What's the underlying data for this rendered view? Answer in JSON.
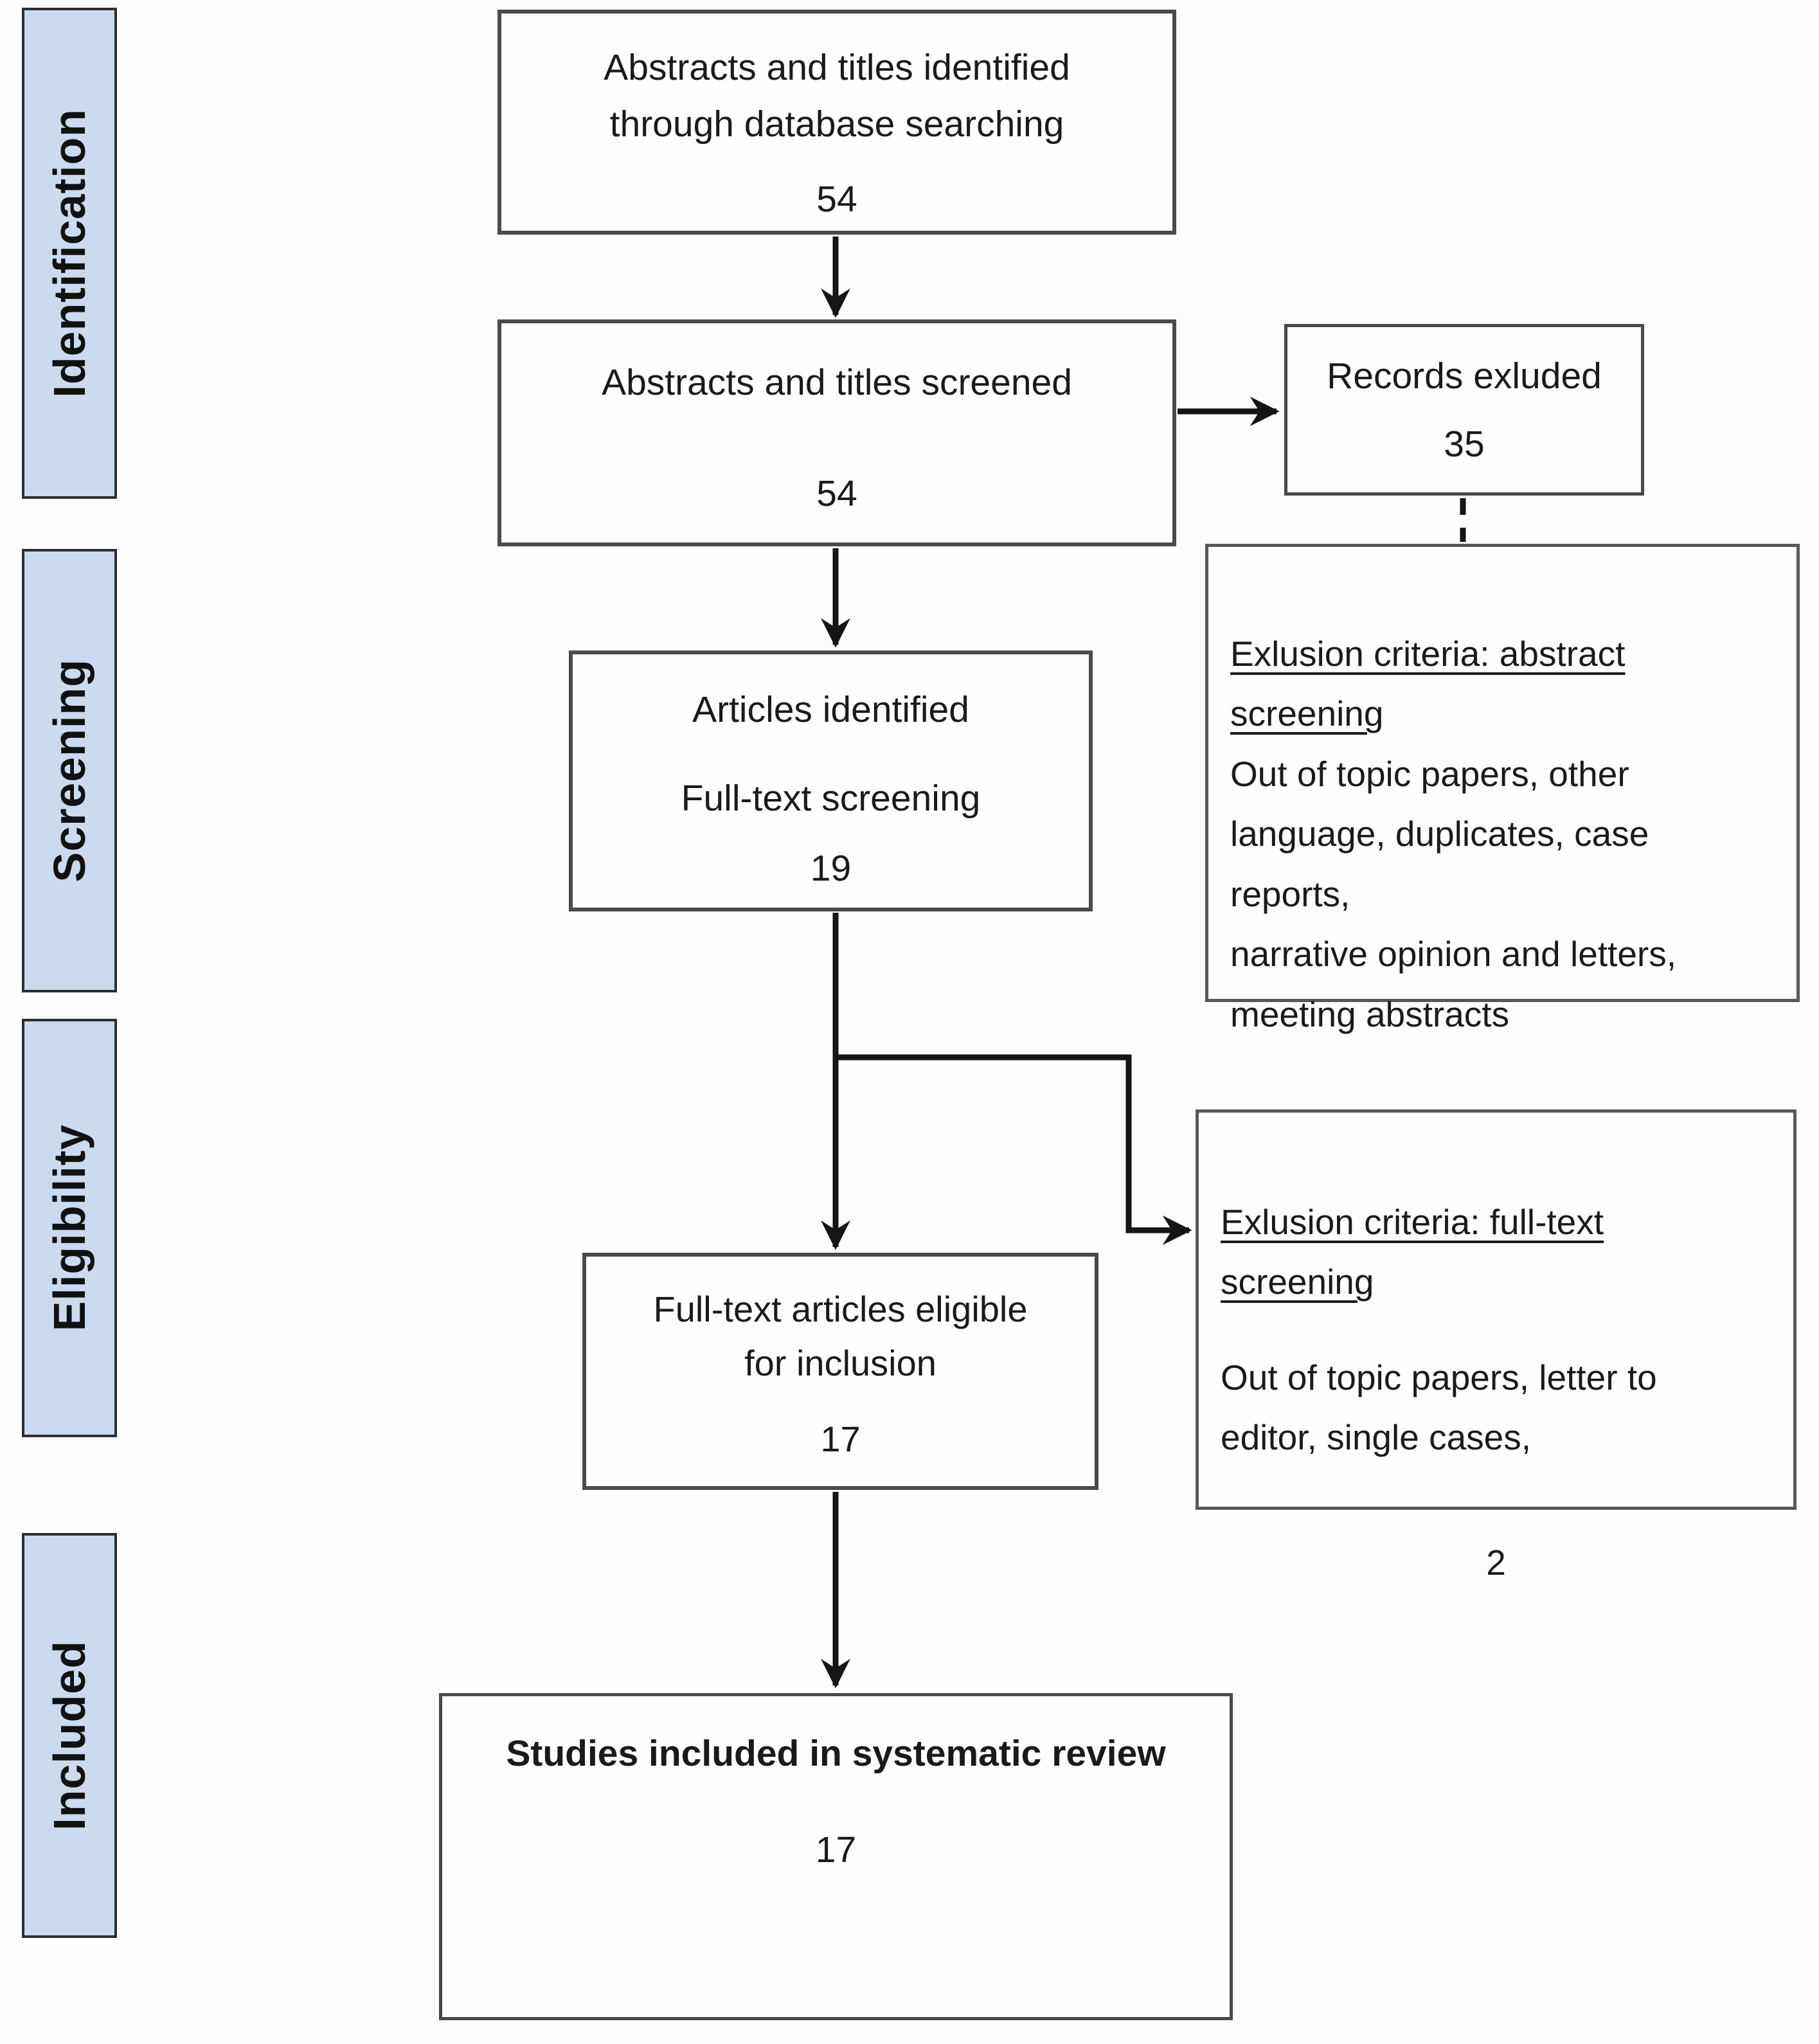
{
  "diagram": {
    "stages": {
      "identification": "Identification",
      "screening": "Screening",
      "eligibility": "Eligibility",
      "included": "Included"
    },
    "boxes": {
      "identified": {
        "title": "Abstracts and titles identified\nthrough database searching",
        "count": "54"
      },
      "screened": {
        "title": "Abstracts and titles screened",
        "count": "54"
      },
      "records_excluded": {
        "title": "Records exluded",
        "count": "35"
      },
      "exclusion_abstract": {
        "heading": "Exlusion criteria: abstract\nscreening",
        "body": "Out of topic papers, other\nlanguage, duplicates, case\nreports,\nnarrative opinion and letters,\nmeeting abstracts"
      },
      "articles_identified": {
        "title": "Articles identified",
        "subtitle": "Full-text screening",
        "count": "19"
      },
      "fulltext_eligible": {
        "title": "Full-text articles eligible\nfor inclusion",
        "count": "17"
      },
      "exclusion_fulltext": {
        "heading": "Exlusion criteria: full-text\nscreening",
        "body": "Out of topic papers, letter to\neditor, single cases,",
        "count": "2"
      },
      "included_studies": {
        "title": "Studies included in systematic review",
        "count": "17"
      }
    },
    "colors": {
      "stage_fill": "#cbdaef",
      "box_border": "#4a4a4a",
      "arrow": "#151515",
      "text": "#1a1a1a"
    }
  }
}
